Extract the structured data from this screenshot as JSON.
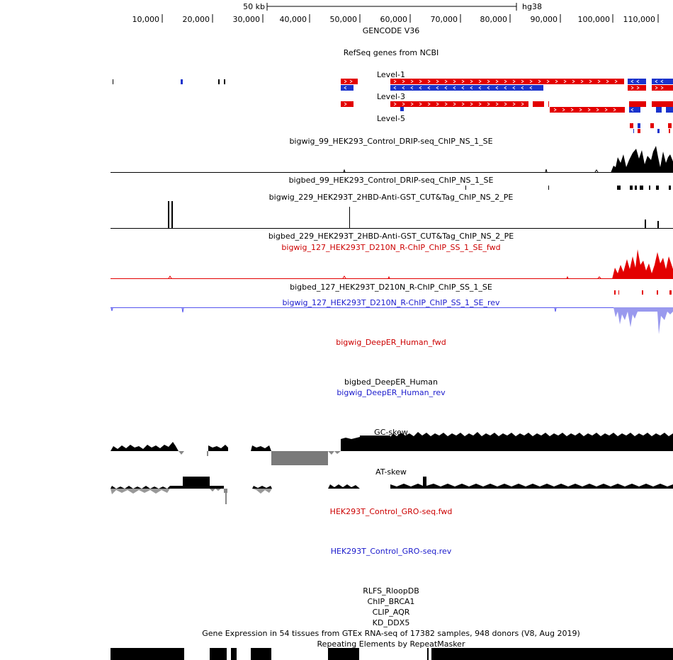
{
  "scale": {
    "bar_label": "50 kb",
    "assembly": "hg38",
    "ticks": [
      "10,000",
      "20,000",
      "30,000",
      "40,000",
      "50,000",
      "60,000",
      "70,000",
      "80,000",
      "90,000",
      "100,000",
      "110,000"
    ]
  },
  "tracks": {
    "gencode": "GENCODE V36",
    "refseq": "RefSeq genes from NCBI",
    "level1": "Level-1",
    "level3": "Level-3",
    "level5": "Level-5",
    "bigwig99": "bigwig_99_HEK293_Control_DRIP-seq_ChIP_NS_1_SE",
    "bigbed99": "bigbed_99_HEK293_Control_DRIP-seq_ChIP_NS_1_SE",
    "bigwig229": "bigwig_229_HEK293T_2HBD-Anti-GST_CUT&Tag_ChIP_NS_2_PE",
    "bigbed229": "bigbed_229_HEK293T_2HBD-Anti-GST_CUT&Tag_ChIP_NS_2_PE",
    "bigwig127fwd": "bigwig_127_HEK293T_D210N_R-ChIP_ChIP_SS_1_SE_fwd",
    "bigbed127": "bigbed_127_HEK293T_D210N_R-ChIP_ChIP_SS_1_SE",
    "bigwig127rev": "bigwig_127_HEK293T_D210N_R-ChIP_ChIP_SS_1_SE_rev",
    "deeperFwd": "bigwig_DeepER_Human_fwd",
    "deeperBed": "bigbed_DeepER_Human",
    "deeperRev": "bigwig_DeepER_Human_rev",
    "gcskew": "GC-skew",
    "atskew": "AT-skew",
    "groFwd": "HEK293T_Control_GRO-seq.fwd",
    "groRev": "HEK293T_Control_GRO-seq.rev",
    "rlfs": "RLFS_RloopDB",
    "brca1": "ChIP_BRCA1",
    "aqr": "CLIP_AQR",
    "ddx5": "KD_DDX5",
    "gtex": "Gene Expression in 54 tissues from GTEx RNA-seq of 17382 samples, 948 donors (V8, Aug 2019)",
    "rmsk": "Repeating Elements by RepeatMasker"
  },
  "colors": {
    "fwd": "#ff0000",
    "rev": "#0000cc",
    "rev_track": "#5555ee",
    "gene_red": "#e30000",
    "gene_blue": "#1a33cc",
    "signal": "#000000",
    "skew_neg": "#888888"
  }
}
